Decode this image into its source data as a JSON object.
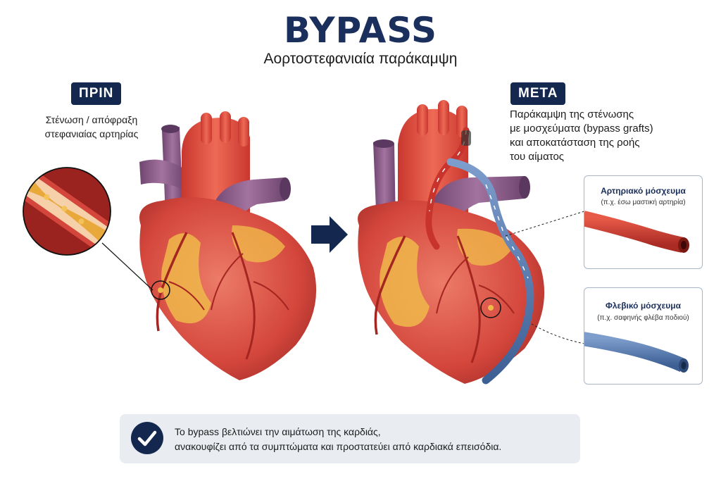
{
  "header": {
    "title": "BYPASS",
    "subtitle": "Αορτοστεφανιαία παράκαμψη"
  },
  "before": {
    "tag": "ΠΡΙΝ",
    "desc_line1": "Στένωση / απόφραξη",
    "desc_line2": "στεφανιαίας αρτηρίας"
  },
  "after": {
    "tag": "ΜΕΤΑ",
    "desc_line1": "Παράκαμψη της στένωσης",
    "desc_line2": "με μοσχεύματα (bypass grafts)",
    "desc_line3": "και αποκατάσταση της ροής",
    "desc_line4": "του αίματος"
  },
  "grafts": {
    "arterial_title": "Αρτηριακό μόσχευμα",
    "arterial_sub": "(π.χ. έσω μαστική αρτηρία)",
    "venous_title": "Φλεβικό μόσχευμα",
    "venous_sub": "(π.χ. σαφηνής φλέβα ποδιού)"
  },
  "summary": {
    "line1": "Το bypass βελτιώνει την αιμάτωση της καρδιάς,",
    "line2": "ανακουφίζει από τα συμπτώματα και προστατεύει από καρδιακά επεισόδια."
  },
  "colors": {
    "navy": "#14284f",
    "heart_red": "#d4463c",
    "fat_yellow": "#f0b84a",
    "vein_purple": "#8a5a86",
    "graft_blue": "#5b7fb5"
  }
}
